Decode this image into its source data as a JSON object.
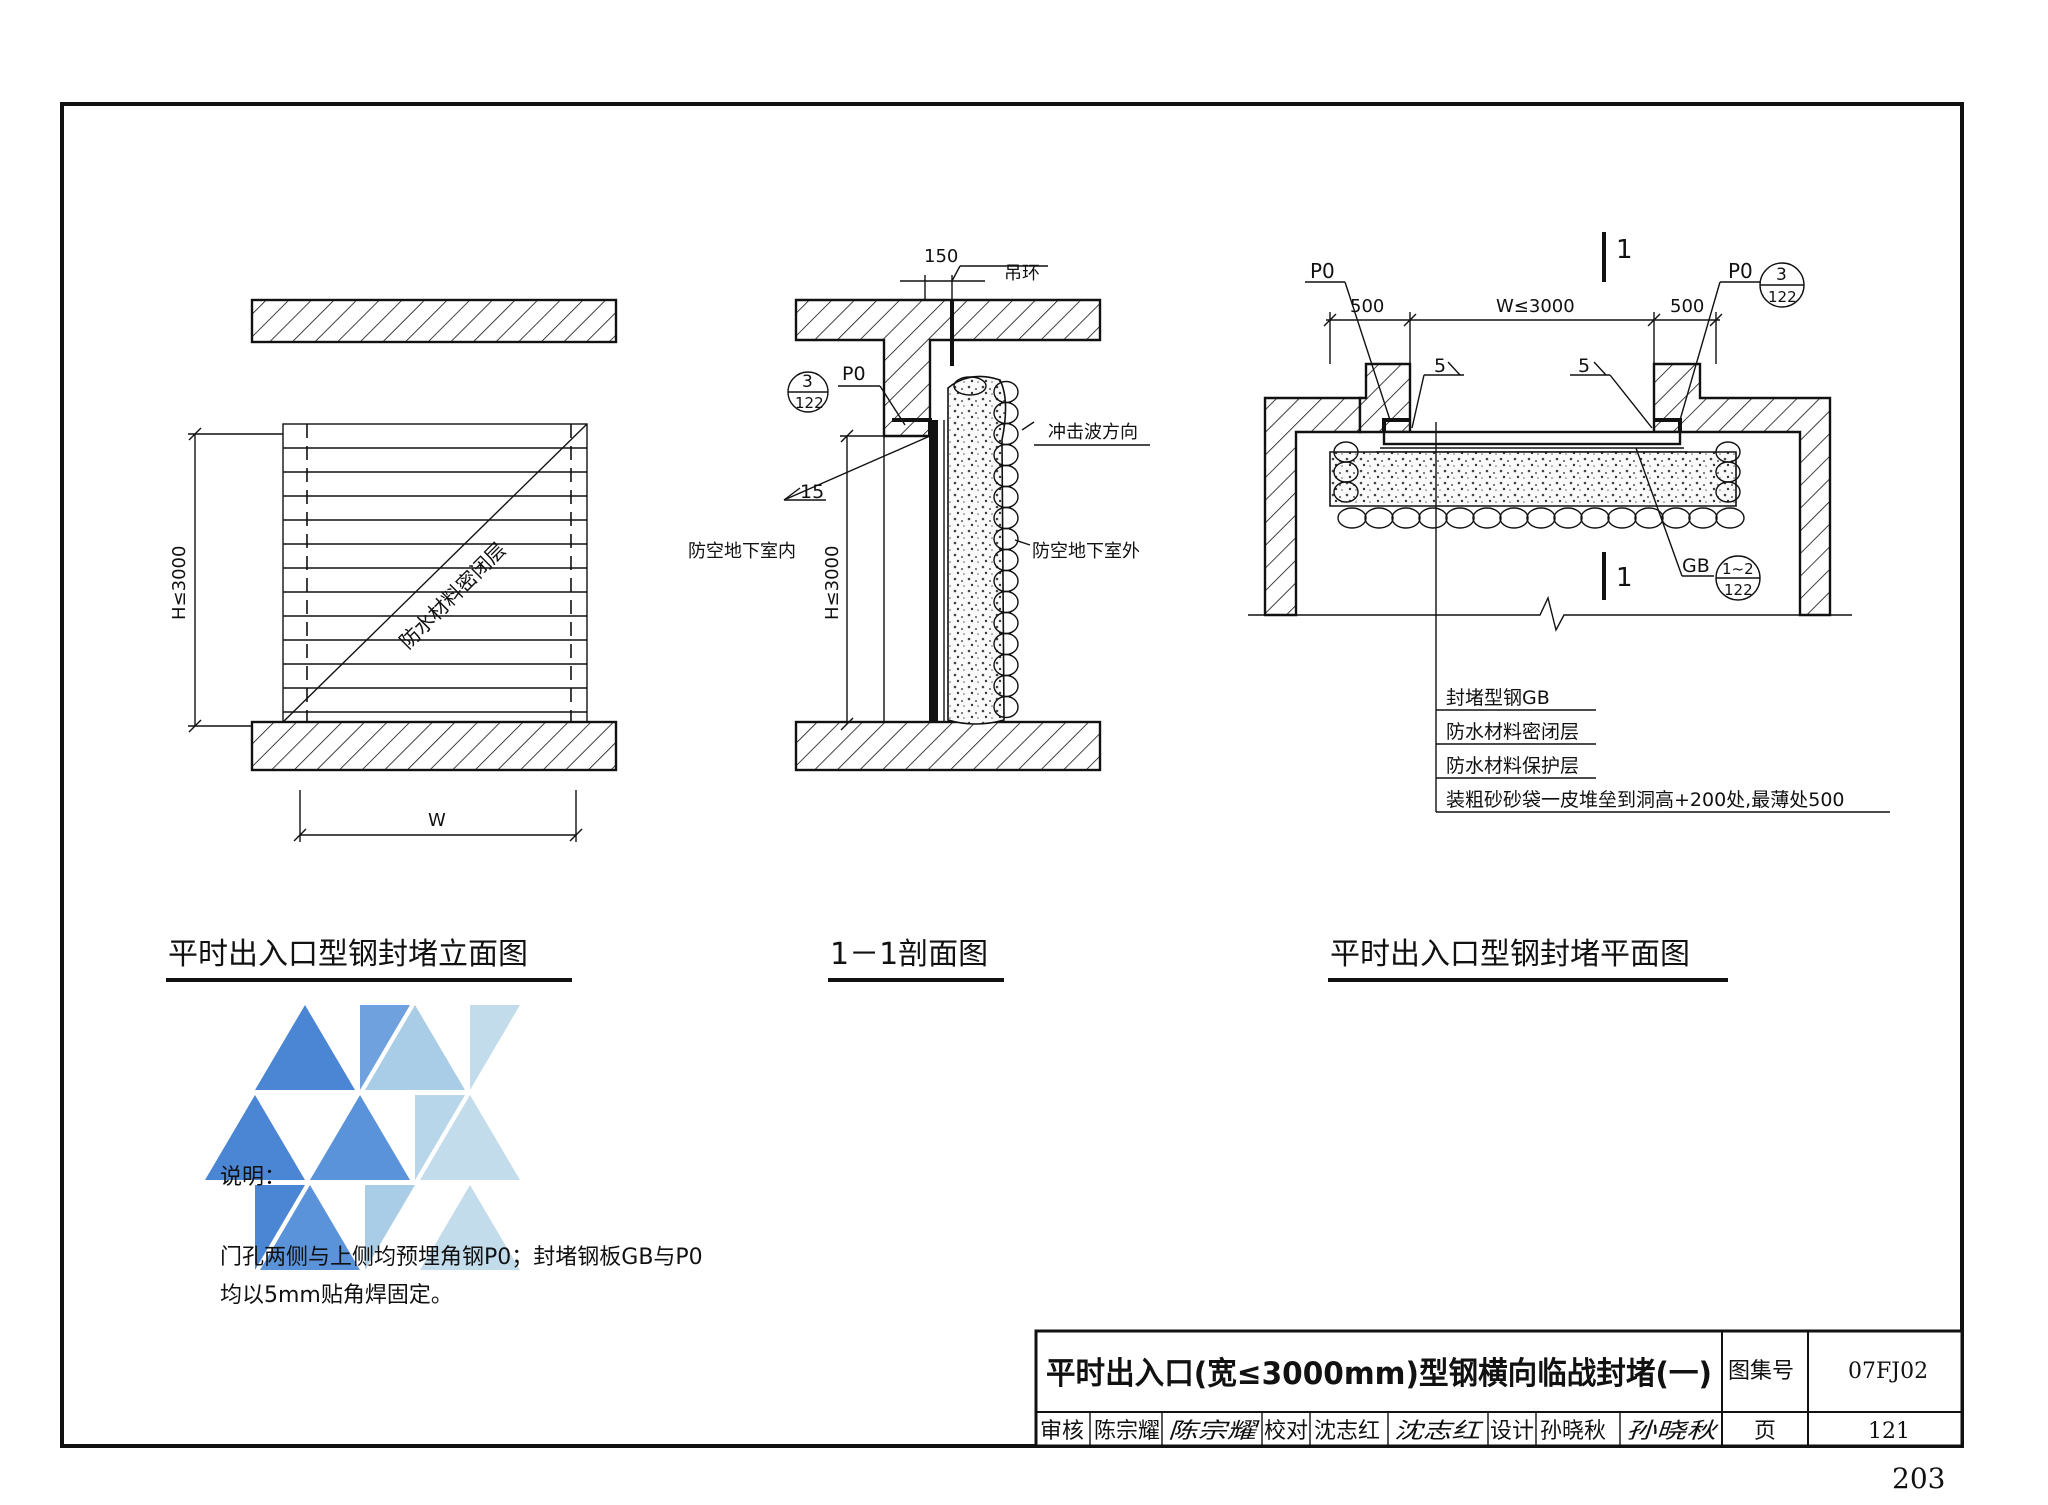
{
  "page_number": "203",
  "elevation": {
    "title": "平时出入口型钢封堵立面图",
    "dim_height": "H≤3000",
    "dim_width": "W",
    "layer_label": "防水材料密闭层"
  },
  "section": {
    "title": "1－1剖面图",
    "dim_150": "150",
    "hook_label": "吊环",
    "po_label": "P0",
    "ref_top": "3",
    "ref_bottom": "122",
    "weld": "15",
    "wave_dir": "冲击波方向",
    "inside_label": "防空地下室内",
    "outside_label": "防空地下室外",
    "dim_height": "H≤3000"
  },
  "plan": {
    "title": "平时出入口型钢封堵平面图",
    "po_left": "P0",
    "po_right": "P0",
    "ref_right_top": "3",
    "ref_right_bottom": "122",
    "dim_left": "500",
    "dim_mid": "W≤3000",
    "dim_right": "500",
    "weld_left": "5",
    "weld_right": "5",
    "cut_mark": "1",
    "gb_label": "GB",
    "gb_ref_top": "1~2",
    "gb_ref_bottom": "122",
    "legend": [
      "封堵型钢GB",
      "防水材料密闭层",
      "防水材料保护层",
      "装粗砂砂袋一皮堆垒到洞高+200处,最薄处500"
    ]
  },
  "notes": {
    "heading": "说明：",
    "line1": "门孔两侧与上侧均预埋角钢P0；封堵钢板GB与P0",
    "line2": "均以5mm贴角焊固定。"
  },
  "title_block": {
    "title": "平时出入口(宽≤3000mm)型钢横向临战封堵(一)",
    "atlas_label": "图集号",
    "atlas_value": "07FJ02",
    "page_label": "页",
    "page_value": "121",
    "review_label": "审核",
    "review_name": "陈宗耀",
    "review_sign": "陈宗耀",
    "check_label": "校对",
    "check_name": "沈志红",
    "check_sign": "沈志红",
    "design_label": "设计",
    "design_name": "孙晓秋",
    "design_sign": "孙晓秋"
  },
  "colors": {
    "watermark_dark": "#4a86d4",
    "watermark_light": "#b9d4e8"
  }
}
